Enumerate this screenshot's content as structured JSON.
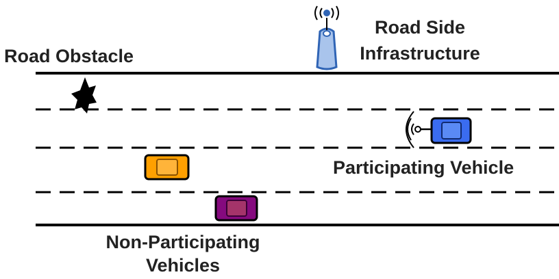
{
  "labels": {
    "road_obstacle": "Road Obstacle",
    "rsu_line1": "Road Side",
    "rsu_line2": "Infrastructure",
    "participating_vehicle": "Participating Vehicle",
    "non_participating_line1": "Non-Participating",
    "non_participating_line2": "Vehicles"
  },
  "colors": {
    "road_line": "#000000",
    "tower_fill": "#a9c4ec",
    "tower_stroke": "#2f64b5",
    "participating_vehicle": "#3a6cf0",
    "non_participating_orange": "#ffa000",
    "non_participating_purple": "#850a7e",
    "signal_waves": "#000000",
    "obstacle": "#000000"
  },
  "road": {
    "lanes": 4
  },
  "icons": {
    "tower": "radio-tower-icon",
    "obstacle": "obstacle-starburst-icon",
    "signal": "signal-waves-icon"
  }
}
